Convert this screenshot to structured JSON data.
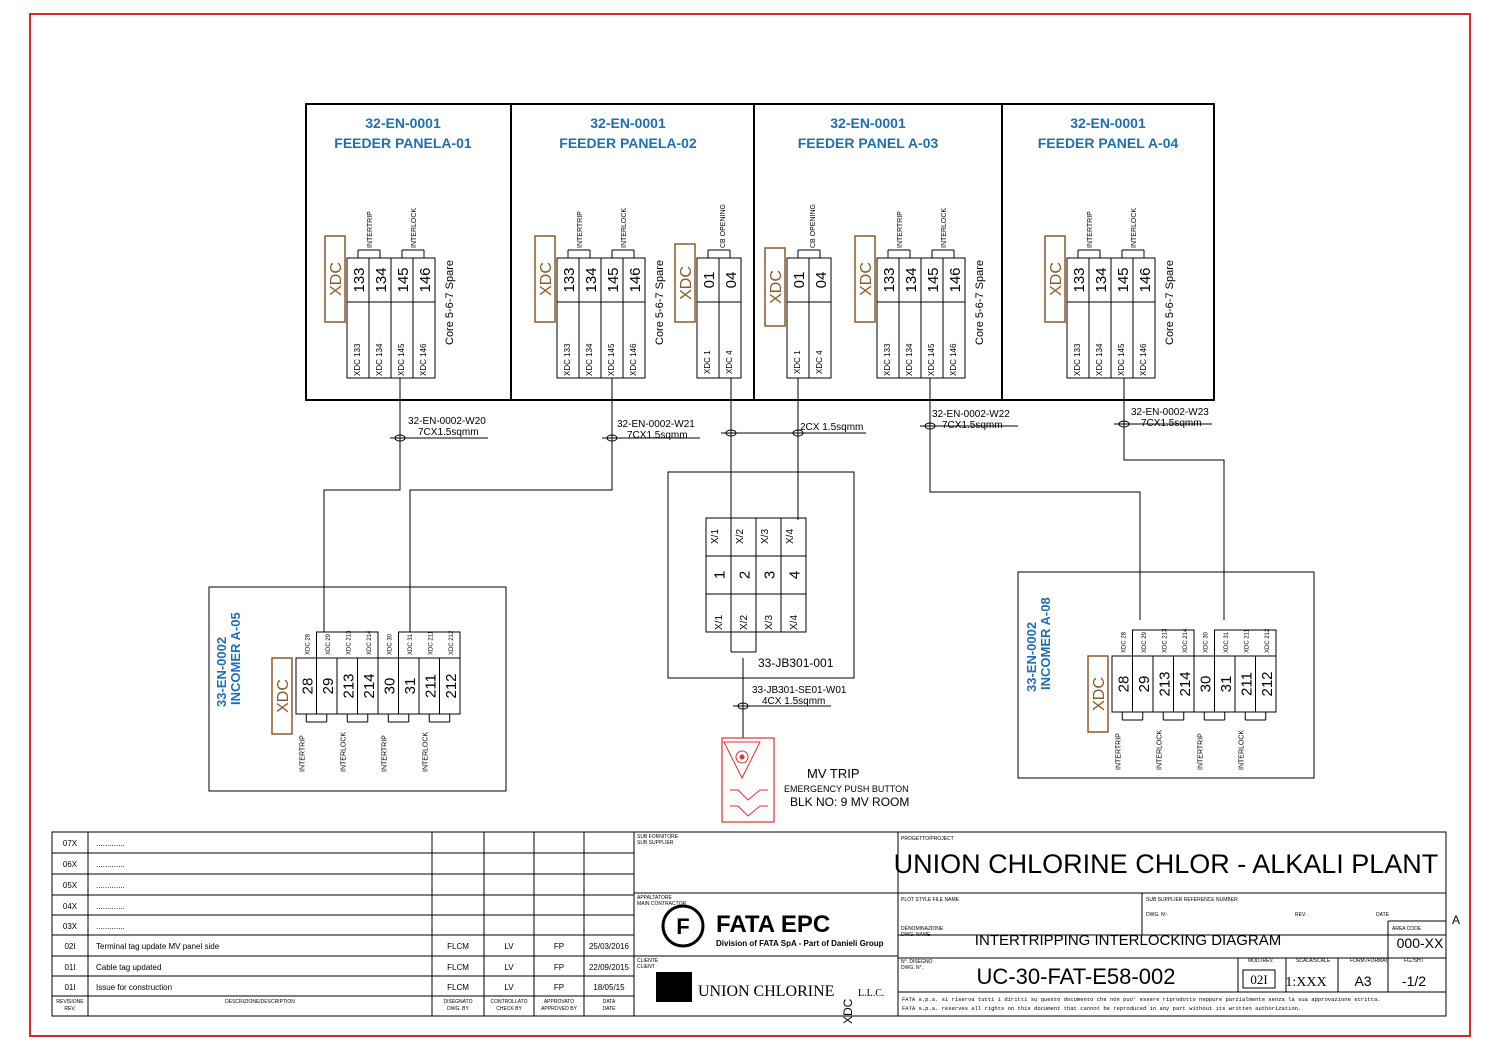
{
  "feeder_panels": [
    {
      "id": "32-EN-0001",
      "name": "FEEDER PANELA-01",
      "xdc": "XDC",
      "terminals": [
        "133",
        "134",
        "145",
        "146"
      ],
      "signals": [
        "INTERTRIP",
        "INTERLOCK"
      ],
      "cables": [
        "XDC 133",
        "XDC 134",
        "XDC 145",
        "XDC 146"
      ],
      "spare": "Core 5-6-7 Spare"
    },
    {
      "id": "32-EN-0001",
      "name": "FEEDER PANELA-02",
      "xdc": "XDC",
      "terminals": [
        "133",
        "134",
        "145",
        "146"
      ],
      "signals": [
        "INTERTRIP",
        "INTERLOCK"
      ],
      "cables": [
        "XDC 133",
        "XDC 134",
        "XDC 145",
        "XDC 146"
      ],
      "spare": "Core 5-6-7 Spare",
      "cb": {
        "xdc": "XDC",
        "terminals": [
          "01",
          "04"
        ],
        "signal": "CB OPENING",
        "cables": [
          "XDC 1",
          "XDC 4"
        ]
      }
    },
    {
      "id": "32-EN-0001",
      "name": "FEEDER PANEL  A-03",
      "xdc": "XDC",
      "terminals": [
        "133",
        "134",
        "145",
        "146"
      ],
      "signals": [
        "INTERTRIP",
        "INTERLOCK"
      ],
      "cables": [
        "XDC 133",
        "XDC 134",
        "XDC 145",
        "XDC 146"
      ],
      "spare": "Core 5-6-7 Spare",
      "cb": {
        "xdc": "XDC",
        "terminals": [
          "01",
          "04"
        ],
        "signal": "CB OPENING",
        "cables": [
          "XDC 1",
          "XDC 4"
        ]
      }
    },
    {
      "id": "32-EN-0001",
      "name": "FEEDER PANEL  A-04",
      "xdc": "XDC",
      "terminals": [
        "133",
        "134",
        "145",
        "146"
      ],
      "signals": [
        "INTERTRIP",
        "INTERLOCK"
      ],
      "cables": [
        "XDC 133",
        "XDC 134",
        "XDC 145",
        "XDC 146"
      ],
      "spare": "Core 5-6-7 Spare"
    }
  ],
  "cables": [
    {
      "tag": "32-EN-0002-W20",
      "size": "7CX1.5sqmm"
    },
    {
      "tag": "32-EN-0002-W21",
      "size": "7CX1.5sqmm"
    },
    {
      "tag": "",
      "size": "2CX 1.5sqmm"
    },
    {
      "tag": "32-EN-0002-W22",
      "size": "7CX1.5sqmm"
    },
    {
      "tag": "32-EN-0002-W23",
      "size": "7CX1.5sqmm"
    },
    {
      "tag": "33-JB301-SE01-W01",
      "size": "4CX 1.5sqmm"
    }
  ],
  "junction_box": {
    "name": "33-JB301-001",
    "terminals": [
      "1",
      "2",
      "3",
      "4"
    ],
    "top_tags": [
      "X/1",
      "X/2",
      "X/3",
      "X/4"
    ],
    "bottom_tags": [
      "X/1",
      "X/2",
      "X/3",
      "X/4"
    ]
  },
  "incomers": [
    {
      "id": "33-EN-0002",
      "name": "INCOMER A-05",
      "xdc": "XDC",
      "terminals": [
        "28",
        "29",
        "213",
        "214",
        "30",
        "31",
        "211",
        "212"
      ],
      "top_tags": [
        "XDC 28",
        "XDC 29",
        "XDC 213",
        "XDC 214",
        "XDC 30",
        "XDC 31",
        "XDC 211",
        "XDC 212"
      ],
      "signals": [
        "INTERTRIP",
        "INTERLOCK",
        "INTERTRIP",
        "INTERLOCK"
      ]
    },
    {
      "id": "33-EN-0002",
      "name": "INCOMER A-08",
      "xdc": "XDC",
      "terminals": [
        "28",
        "29",
        "213",
        "214",
        "30",
        "31",
        "211",
        "212"
      ],
      "top_tags": [
        "XDC 28",
        "XDC 29",
        "XDC 213",
        "XDC 214",
        "XDC 30",
        "XDC 31",
        "XDC 211",
        "XDC 212"
      ],
      "signals": [
        "INTERTRIP",
        "INTERLOCK",
        "INTERTRIP",
        "INTERLOCK"
      ]
    }
  ],
  "mv_trip": {
    "title": "MV TRIP",
    "subtitle": "EMERGENCY PUSH BUTTON",
    "location": "BLK NO: 9 MV ROOM"
  },
  "revisions": [
    {
      "rev": "07X",
      "desc": "............."
    },
    {
      "rev": "06X",
      "desc": "............."
    },
    {
      "rev": "05X",
      "desc": "............."
    },
    {
      "rev": "04X",
      "desc": "............."
    },
    {
      "rev": "03X",
      "desc": "............."
    },
    {
      "rev": "02I",
      "desc": "Terminal tag update MV panel side",
      "drawn": "FLCM",
      "checked": "LV",
      "approved": "FP",
      "date": "25/03/2016"
    },
    {
      "rev": "01I",
      "desc": "Cable tag updated",
      "drawn": "FLCM",
      "checked": "LV",
      "approved": "FP",
      "date": "22/09/2015"
    },
    {
      "rev": "01I",
      "desc": "Issue for construction",
      "drawn": "FLCM",
      "checked": "LV",
      "approved": "FP",
      "date": "18/05/15"
    }
  ],
  "rev_headers": {
    "rev": "REVISIONE\nREV.",
    "desc": "DESCRIZIONE/DESCRIPTION",
    "drawn": "DISEGNATO\nDWG. BY",
    "checked": "CONTROLLATO\nCHECK BY",
    "approved": "APPROVATO\nAPPROVED BY",
    "date": "DATA\nDATE"
  },
  "title_block": {
    "sub_supplier_label": "SUB FORNITORE\nSUB SUPPLIER",
    "contractor_label": "APPALTATORE\nMAIN CONTRACTOR",
    "client_label": "CLIENTE\nCLIENT",
    "contractor": "FATA EPC",
    "contractor_sub": "Division of FATA SpA - Part of Danieli Group",
    "client": "UNION CHLORINE",
    "client_suffix": "L.L.C.",
    "project_label": "PROGETTO/PROJECT",
    "project": "UNION CHLORINE CHLOR - ALKALI PLANT",
    "plot_label": "PLOT STYLE FILE NAME",
    "sub_ref_label": "SUB SUPPLIER REFERENCE NUMBER",
    "dwg_nr_label": "DWG. Nº.",
    "rev_label": "REV.",
    "date_label": "DATE",
    "name_label": "DENOMINAZIONE\nDWG. NAME",
    "drawing_name": "INTERTRIPPING INTERLOCKING DIAGRAM",
    "area_label": "AREA CODE",
    "area": "000-XX",
    "number_label": "N°. DISEGNO\nDWG. N°.",
    "drawing_number": "UC-30-FAT-E58-002",
    "modrev_label": "MOD./REV.",
    "modrev": "02I",
    "scale_label": "SCALA/SCALE",
    "scale": "1:XXX",
    "format_label": "FORM./FORMAT",
    "format": "A3",
    "sheet_label": "FG./SHT",
    "sheet": "-1/2",
    "footer1": "FATA s.p.a. si riserva tutti i diritti su questo documento che non puo' essere riprodotto neppure parzialmente senza la sua approvazione scritta.",
    "footer2": "FATA s.p.a. reserves all rights on this document that cannot be reproduced in any part without its written authorization.",
    "stray_xdc": "XDC",
    "margin_letter": "A"
  },
  "colors": {
    "border": "#d42a2a",
    "title_blue": "#1f6fb5",
    "xdc_brown": "#8b5a2b",
    "mv_red": "#e03030"
  }
}
